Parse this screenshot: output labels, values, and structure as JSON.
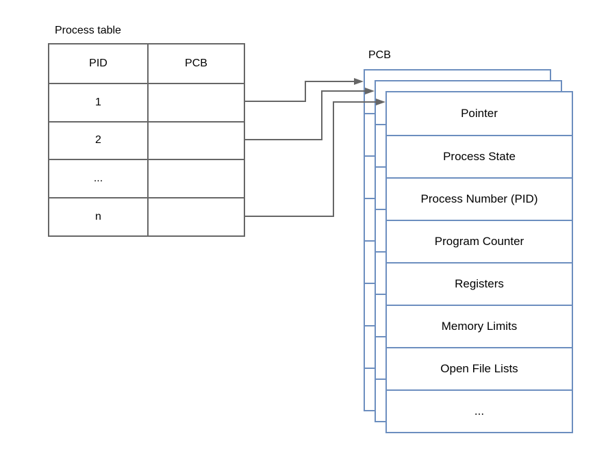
{
  "diagram": {
    "title": "Process table / PCB diagram",
    "colors": {
      "table_border": "#666666",
      "pcb_border": "#6c8ebf",
      "arrow": "#666666",
      "text": "#000000",
      "background": "#ffffff"
    },
    "process_table": {
      "title": "Process table",
      "headers": [
        "PID",
        "PCB"
      ],
      "rows": [
        [
          "1",
          ""
        ],
        [
          "2",
          ""
        ],
        [
          "...",
          ""
        ],
        [
          "n",
          ""
        ]
      ]
    },
    "pcb": {
      "title": "PCB",
      "stack_count": 3,
      "fields": [
        "Pointer",
        "Process State",
        "Process Number (PID)",
        "Program Counter",
        "Registers",
        "Memory Limits",
        "Open File Lists",
        "..."
      ]
    },
    "arrows": [
      {
        "from": "process-table-row-1-pcb-cell",
        "to": "pcb-stack-back-layer"
      },
      {
        "from": "process-table-row-2-pcb-cell",
        "to": "pcb-stack-middle-layer"
      },
      {
        "from": "process-table-row-n-pcb-cell",
        "to": "pcb-stack-front-layer"
      }
    ]
  }
}
